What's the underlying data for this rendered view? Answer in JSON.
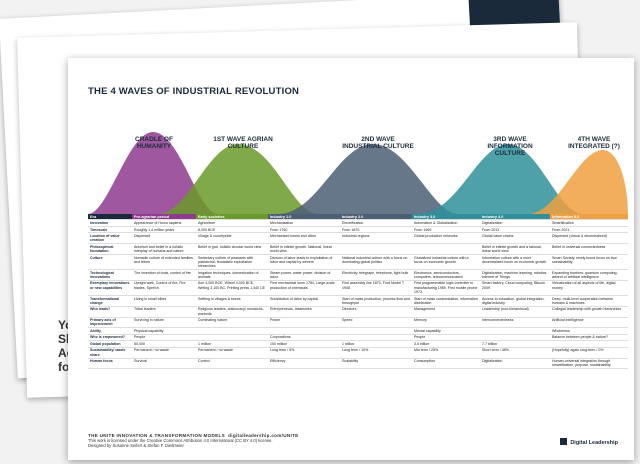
{
  "title": "THE 4 WAVES OF INDUSTRIAL REVOLUTION",
  "peek_text": [
    "Yo",
    "Sh",
    "Ac",
    "fo"
  ],
  "colors": {
    "navy": "#1b2a3a",
    "purple": "#8e3b8e",
    "green": "#6a9a2a",
    "slate": "#4c5f75",
    "teal": "#2f8f9a",
    "orange": "#f0a040"
  },
  "waves": [
    {
      "label": "CRADLE OF HUMANITY",
      "color": "#8e3b8e"
    },
    {
      "label": "1ST WAVE AGRIAN CULTURE",
      "color": "#6a9a2a"
    },
    {
      "label": "2ND WAVE INDUSTRIAL CULTURE",
      "color": "#4c5f75"
    },
    {
      "label": "3RD WAVE INFORMATION CULTURE",
      "color": "#2f8f9a"
    },
    {
      "label": "4TH WAVE INTEGRATED (?)",
      "color": "#f0a040"
    }
  ],
  "table": {
    "head": [
      "Era",
      "Pre-agrarian period",
      "Early societies",
      "Industry 1.0",
      "Industry 2.0",
      "Industry 3.0",
      "Industry 4.0",
      "Information 5.0"
    ],
    "rows": [
      [
        "Innovation",
        "Appearance of Homo sapiens",
        "Agriculture",
        "Mechanisation",
        "Electrification",
        "Automation & Globalization",
        "Digitalization",
        "Smartification"
      ],
      [
        "Timescale",
        "Roughly 1.4 million years",
        "8,000 BCE",
        "From 1760",
        "From 1870",
        "From 1969",
        "From 2011",
        "From 2021"
      ],
      [
        "Location of value creation",
        "Dispersed",
        "Village & countryside",
        "Mechanised towns and cities",
        "Industrial regions",
        "Global production networks",
        "Global value chains",
        "Dispersed (virtual & decentralized)"
      ],
      [
        "Philosophical foundation",
        "Animism and belief in a holistic interplay of humans and nature",
        "Belief in god, holistic circular world view",
        "Belief in infinite growth. National, linear world view",
        "",
        "",
        "Belief in infinite growth and a rational, linear world view",
        "Belief in universal connectedness"
      ],
      [
        "Culture",
        "Nomadic culture of extended families and tribes",
        "Sedentary culture of peasants with patriarchal, feudalistic exploitation hierarchies",
        "Division of labor leads to exploitation of labor and capital by owners",
        "National industrial culture with a focus on dominating global politics",
        "Globalized industrial culture with a focus on economic growth",
        "Information culture with a more decentralized focus on economic growth",
        "Smart Society, newly found focus on true sustainability"
      ],
      [
        "Technological innovations",
        "The invention of tools, control of fire",
        "Irrigation techniques, domestication of animals",
        "Steam power, water power, division of labor",
        "Electricity, telegraph, telephone, light bulb",
        "Electronics, semiconductors, computers, telecommunication",
        "Digitalization, machine learning, robotics, Internet of Things",
        "Expanding frontiers: quantum computing, advent of artificial intelligence"
      ],
      [
        "Exemplary innovations or new capabilities",
        "Upright walk, Control of fire, Fire blades, Speech",
        "Axe 4,000 BCE, Wheel 4,000 BCE, Writing 3,100 BC, Printing press 1,440 CE",
        "First mechanical loom 1784, Large-scale production of chemicals",
        "First assembly line 1870, Ford Model T 1908",
        "First programmable logic controller in manufacturing 1969, First mobile phone 1973",
        "Smart factory, Cloud computing, Bitcoin 2009",
        "Virtualization of all aspects of life, digital money"
      ],
      [
        "Transformational change",
        "Living in small tribes",
        "Settling in villages & towns",
        "Substitution of labor by capital",
        "Start of mass production, process flow and throughput",
        "Start of mass customization, information distribution",
        "Access to education, global integration, digital industry",
        "Deep, multi-level cooperation between humans & machines"
      ],
      [
        "Who leads?",
        "Tribal leaders",
        "Religious leaders, aristocracy/ monarchs, warlords",
        "Entrepreneurs, tradesmen",
        "Directors",
        "Management",
        "Leadership (non-hierarchical)",
        "Collegial leadership with growth hierarchies"
      ],
      [
        "Primary axis of improvement",
        "Surviving in nature",
        "Dominating nature",
        "Power",
        "Speed",
        "Memory",
        "Interconnectedness",
        "Artificial intelligence"
      ],
      [
        "Ability",
        "Physical capability",
        "",
        "",
        "",
        "Mental capability",
        "",
        "Wholeness"
      ],
      [
        "Who is empowered?",
        "People",
        "",
        "Corporations",
        "",
        "People",
        "",
        "Balance between people & nature?"
      ],
      [
        "Global population",
        "50,000",
        "1 million",
        "100 million",
        "1 billion",
        "3.5 billion",
        "7.7 billion",
        ""
      ],
      [
        "Sustainability/ waste share",
        "Permanent / no waste",
        "Permanent / no waste",
        "Long term / 5%",
        "Long term / 10%",
        "Mid term / 25%",
        "Short term / 45%",
        "(Hopefully) again long-term / 0%"
      ],
      [
        "Human focus",
        "Survival",
        "Control",
        "Efficiency",
        "Scalability",
        "Consumption",
        "Digitalization",
        "Human-universal integration through smartification, purpose, sustainability"
      ]
    ]
  },
  "footer": {
    "series": "THE UNITE INNOVATION & TRANSFORMATION MODELS",
    "url": "digitalleadership.com/UNITE",
    "license": "This work is licensed under the Creative Commons Attribution 4.0 International (CC BY 4.0) license.",
    "designer": "Designed by Susanne Seifert & Stefan F. Dietlmeier",
    "brand": "Digital Leadership"
  }
}
